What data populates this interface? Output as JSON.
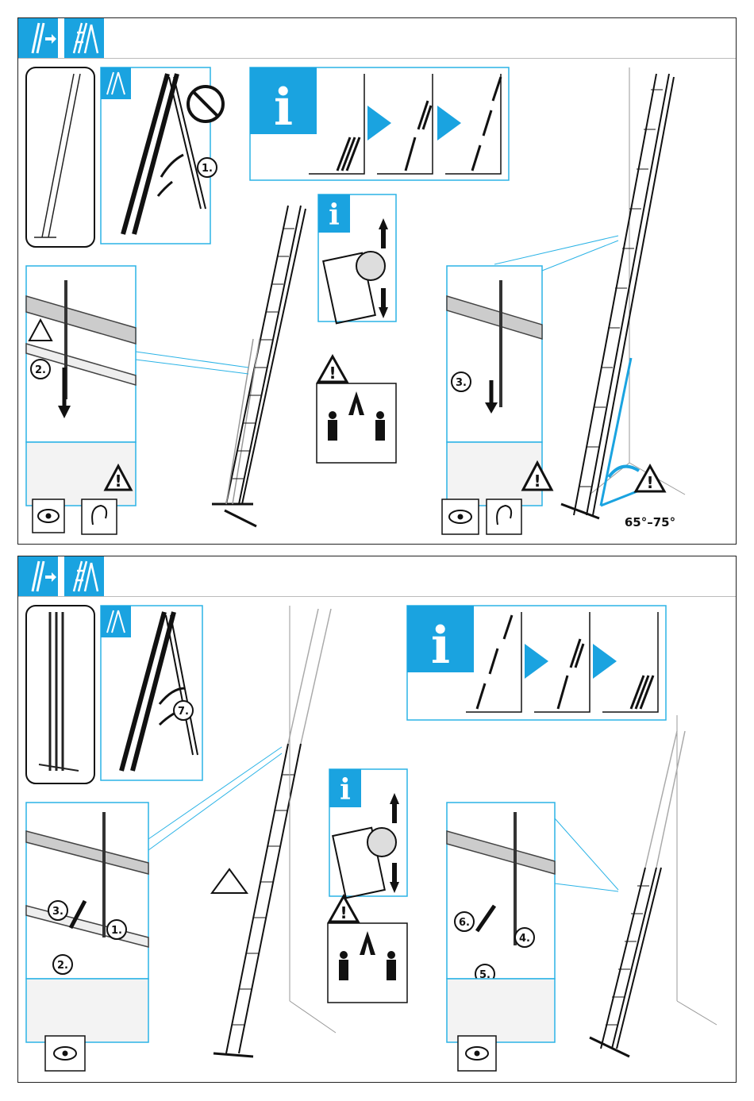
{
  "panel_top": {
    "steps": {
      "s1": "1.",
      "s2": "2.",
      "s3": "3."
    },
    "angle_label": "65°–75°"
  },
  "panel_bottom": {
    "steps": {
      "s1": "1.",
      "s2": "2.",
      "s3": "3.",
      "s4": "4.",
      "s5": "5.",
      "s6": "6.",
      "s7": "7."
    }
  },
  "info_glyph": "i",
  "colors": {
    "accent": "#1aa3e0",
    "outline": "#2bb3e6",
    "ink": "#111111"
  },
  "icons": [
    "ladder-extend-icon",
    "ladder-stand-icon",
    "info-icon",
    "warning-icon",
    "eye-icon",
    "hearing-icon",
    "no-slippery-shoes-icon",
    "hand-crush-warning-icon",
    "two-person-icon"
  ]
}
